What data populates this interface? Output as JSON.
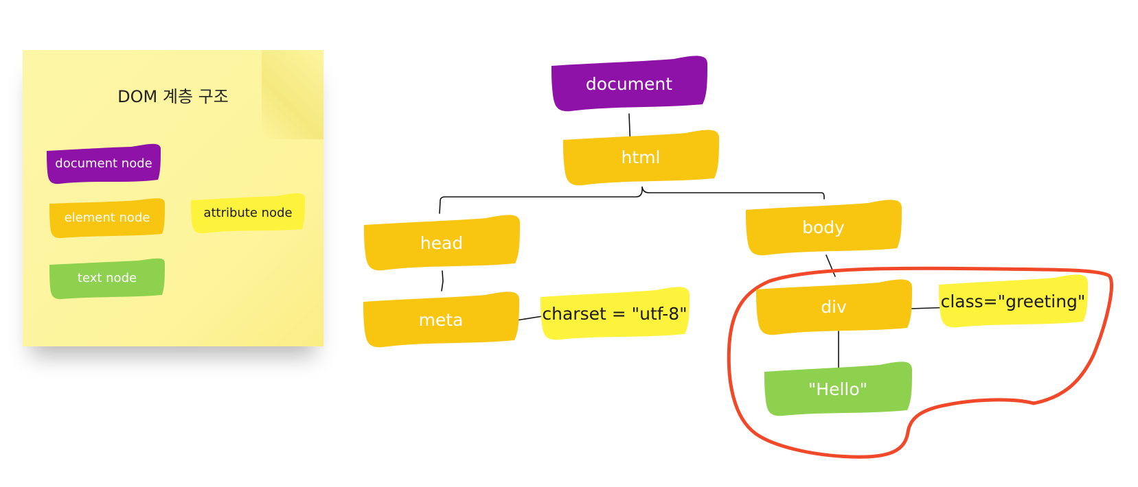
{
  "legend": {
    "title": "DOM 계층 구조",
    "document_node": "document node",
    "element_node": "element node",
    "attribute_node": "attribute node",
    "text_node": "text node"
  },
  "tree": {
    "document": "document",
    "html": "html",
    "head": "head",
    "body": "body",
    "meta": "meta",
    "meta_attr": "charset = \"utf-8\"",
    "div": "div",
    "div_attr": "class=\"greeting\"",
    "text": "\"Hello\""
  },
  "colors": {
    "document": "#8e12a8",
    "element": "#f8c511",
    "attribute": "#fef33c",
    "text": "#8ed14f",
    "highlight": "#f2482a",
    "connector": "#111111"
  }
}
